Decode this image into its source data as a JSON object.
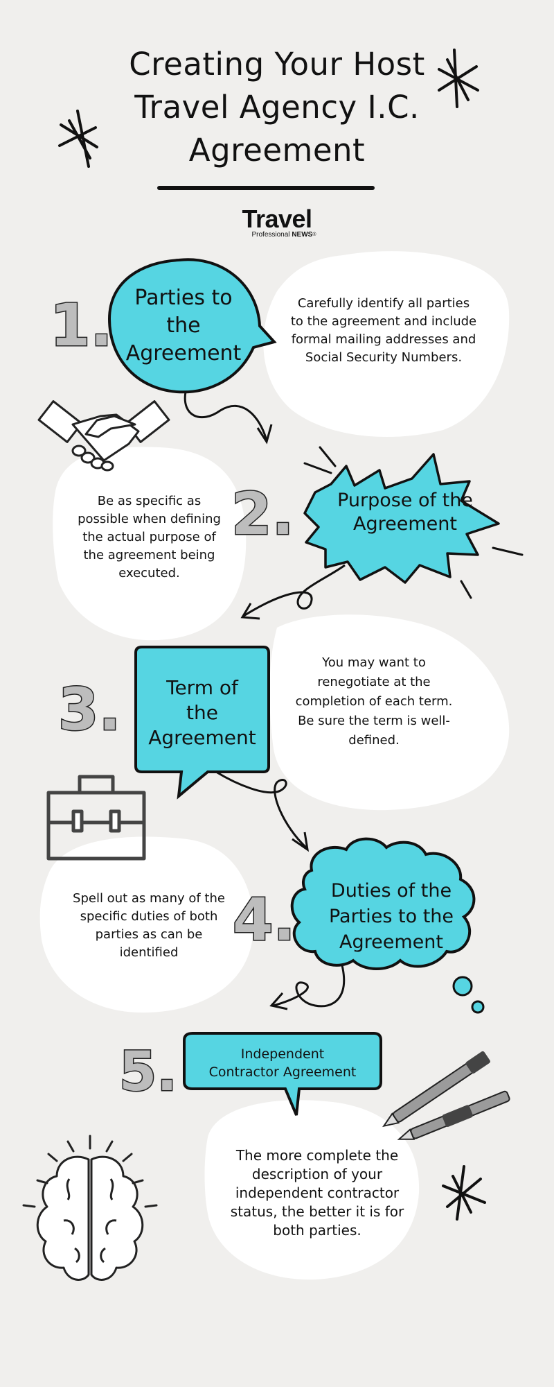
{
  "title": {
    "line1": "Creating Your Host",
    "line2": "Travel Agency I.C.",
    "line3": "Agreement"
  },
  "logo": {
    "main": "Travel",
    "sub_prefix": "Professional",
    "sub_suffix": "NEWS",
    "mark": "®"
  },
  "steps": [
    {
      "number": "1.",
      "heading_l1": "Parties to",
      "heading_l2": "the",
      "heading_l3": "Agreement",
      "description": "Carefully identify all parties to the agreement and include formal mailing addresses and Social Security Numbers."
    },
    {
      "number": "2.",
      "heading_l1": "Purpose of the",
      "heading_l2": "Agreement",
      "description": "Be as specific as possible when defining the actual purpose of the agreement being executed."
    },
    {
      "number": "3.",
      "heading_l1": "Term of",
      "heading_l2": "the",
      "heading_l3": "Agreement",
      "description": "You may want to renegotiate at the completion of each term. Be sure the term is well-defined."
    },
    {
      "number": "4.",
      "heading_l1": "Duties of the",
      "heading_l2": "Parties to the",
      "heading_l3": "Agreement",
      "description": "Spell out as many of the specific duties of both parties as can be identified"
    },
    {
      "number": "5.",
      "heading_l1": "Independent",
      "heading_l2": "Contractor Agreement",
      "description": "The more complete the description of your independent contractor status, the better it is for both parties."
    }
  ],
  "colors": {
    "accent": "#56d5e2",
    "background": "#f0efed",
    "ink": "#111111",
    "number_fill": "#bdbdbd"
  },
  "icons": [
    "sparkle-icon",
    "handshake-icon",
    "briefcase-icon",
    "brain-icon",
    "pens-icon"
  ]
}
